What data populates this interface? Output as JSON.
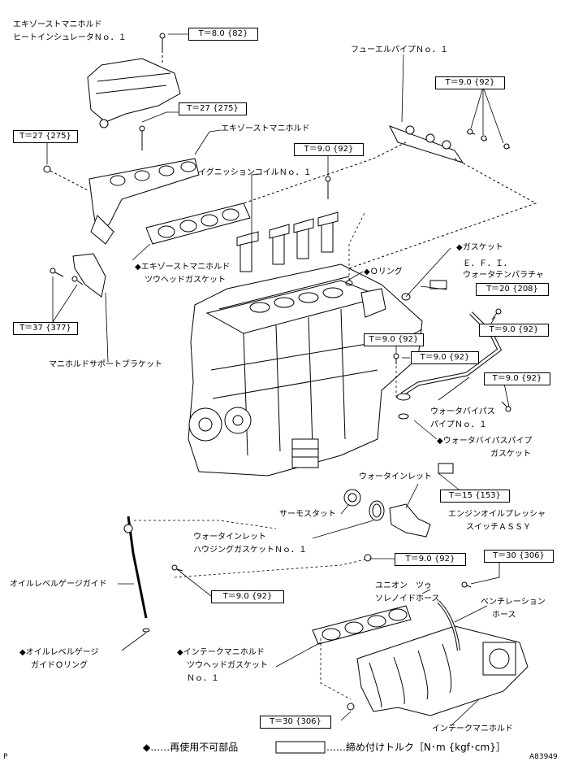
{
  "labels": {
    "heat_insulator": [
      "エキゾーストマニホルド",
      "ヒートインシュレータＮｏ．１"
    ],
    "exhaust_manifold": "エキゾーストマニホルド",
    "fuel_pipe": "フューエルパイプＮｏ．１",
    "ignition_coil": "イグニッションコイルＮｏ．１",
    "gasket": "ガスケット",
    "o_ring": "Ｏリング",
    "efi_sensor": [
      "Ｅ．Ｆ．Ｉ．",
      "ウォータテンパラチャ"
    ],
    "ex_gasket": [
      "エキゾーストマニホルド",
      "ツウヘッドガスケット"
    ],
    "support_bracket": "マニホルドサポートブラケット",
    "water_bypass_pipe": [
      "ウォータバイパス",
      "パイプＮｏ．１"
    ],
    "water_bypass_gasket": [
      "ウォータバイパスパイプ",
      "ガスケット"
    ],
    "water_inlet": "ウォータインレット",
    "thermostat": "サーモスタット",
    "inlet_housing_gasket": [
      "ウォータインレット",
      "ハウジングガスケットＮｏ．１"
    ],
    "oil_pressure_switch": [
      "エンジンオイルプレッシャ",
      "スイッチＡＳＳＹ"
    ],
    "oil_gauge_guide": "オイルレベルゲージガイド",
    "oil_gauge_oring": [
      "オイルレベルゲージ",
      "ガイドＯリング"
    ],
    "union_hose": [
      "ユニオン　ツゥ",
      "ソレノイドホース"
    ],
    "vent_hose": [
      "ベンチレーション",
      "ホース"
    ],
    "intake_gasket": [
      "インテークマニホルド",
      "ツウヘッドガスケット",
      "Ｎｏ．１"
    ],
    "intake_manifold": "インテークマニホルド"
  },
  "torques": {
    "t1": "T＝8.0 {82}",
    "t2": "T＝27 {275}",
    "t3": "T＝27 {275}",
    "t4": "T＝9.0 {92}",
    "t5": "T＝9.0 {92}",
    "t6": "T＝20 {208}",
    "t7": "T＝37 {377}",
    "t8": "T＝9.0 {92}",
    "t9": "T＝9.0 {92}",
    "t10": "T＝9.0 {92}",
    "t11": "T＝9.0 {92}",
    "t12": "T＝15 {153}",
    "t13": "T＝9.0 {92}",
    "t14": "T＝30 {306}",
    "t15": "T＝9.0 {92}",
    "t16": "T＝30 {306}"
  },
  "legend": {
    "diamond_text": "……再使用不可部品",
    "box_text": "……締め付けトルク［N･m {kgf･cm}］"
  },
  "corner": {
    "left": "P",
    "right": "A83949"
  },
  "symbols": {
    "diamond": "◆"
  }
}
